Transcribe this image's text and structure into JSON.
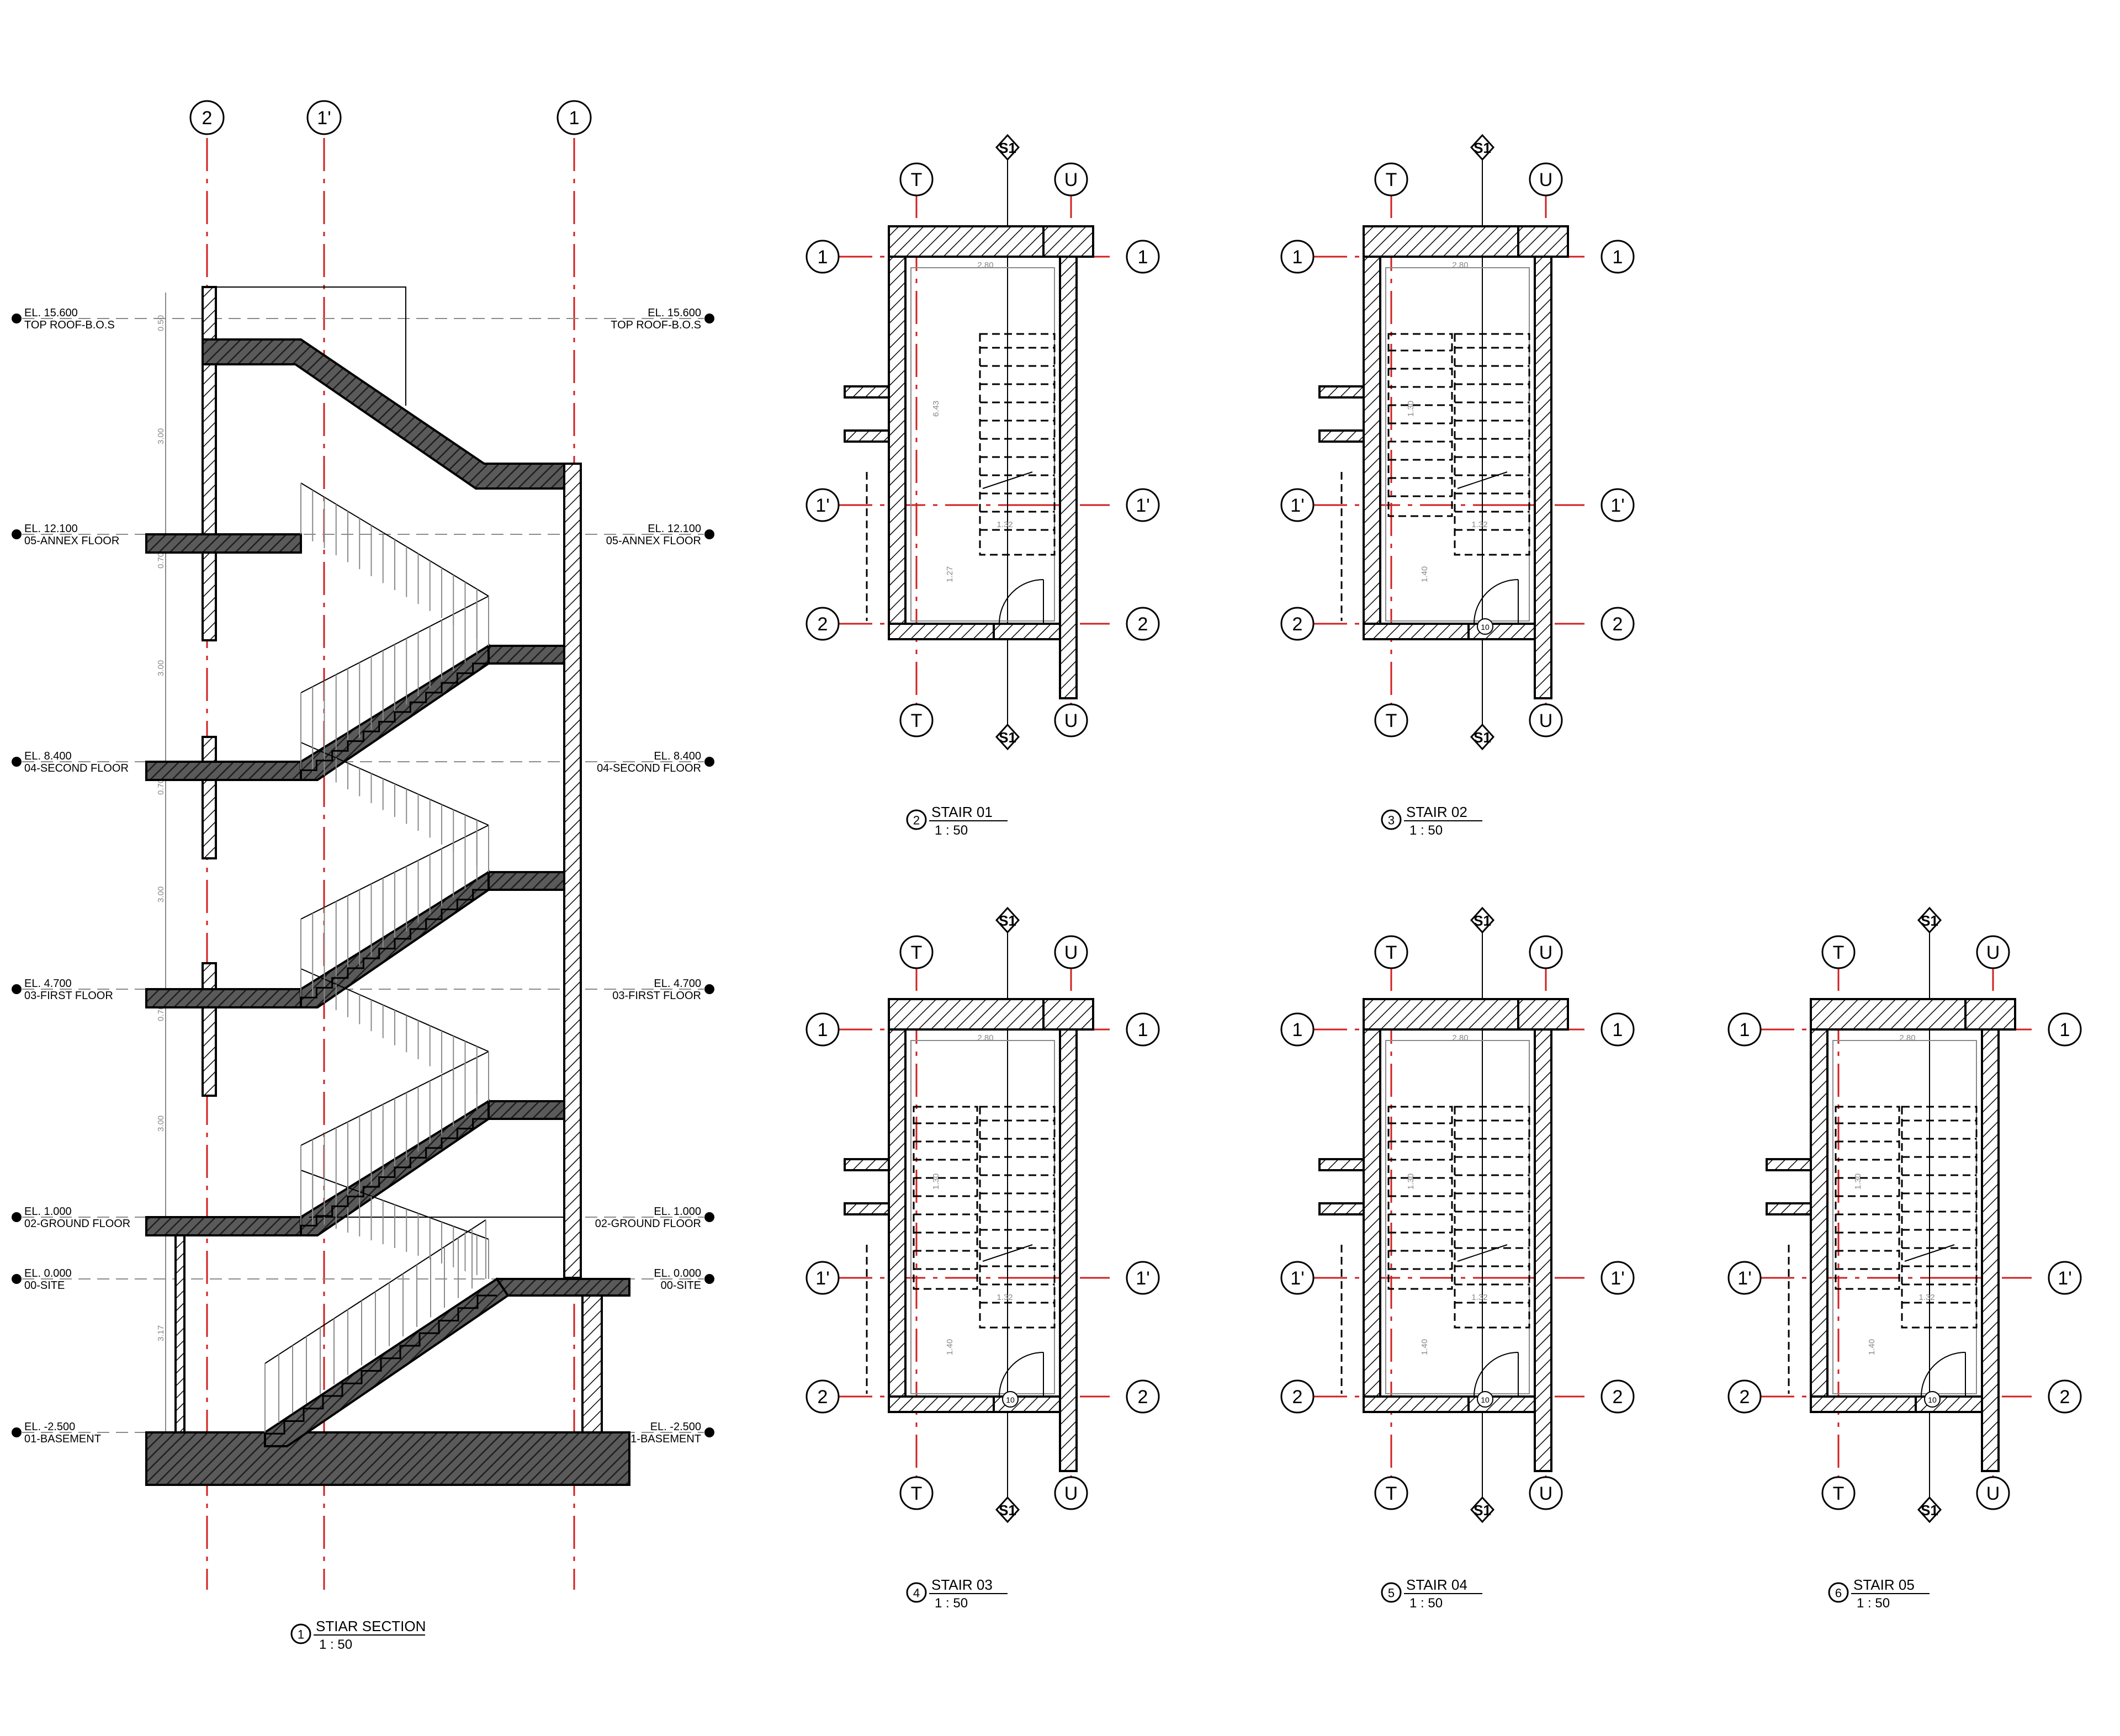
{
  "grid": {
    "section": [
      "2",
      "1'",
      "1"
    ],
    "plan_rows": [
      "1",
      "1'",
      "2"
    ],
    "plan_cols": [
      "T",
      "U"
    ],
    "section_mark": "S1"
  },
  "levels": [
    {
      "el": "EL. 15.600",
      "name": "TOP ROOF-B.O.S"
    },
    {
      "el": "EL. 12.100",
      "name": "05-ANNEX FLOOR"
    },
    {
      "el": "EL. 8.400",
      "name": "04-SECOND FLOOR"
    },
    {
      "el": "EL. 4.700",
      "name": "03-FIRST FLOOR"
    },
    {
      "el": "EL. 1.000",
      "name": "02-GROUND FLOOR"
    },
    {
      "el": "EL. 0.000",
      "name": "00-SITE"
    },
    {
      "el": "EL. -2.500",
      "name": "01-BASEMENT"
    }
  ],
  "section_dims": [
    "0.50",
    "3.00",
    "0.70",
    "3.00",
    "0.70",
    "3.00",
    "0.70",
    "3.00",
    "3.17"
  ],
  "plan_dims": {
    "width": "2.80",
    "depth": "6.43",
    "flight": "1.32",
    "landing": "1.40",
    "short": "1.30",
    "door_gap": "1.27",
    "door_tag": "10"
  },
  "views": [
    {
      "num": "1",
      "title": "STIAR SECTION",
      "scale": "1 : 50"
    },
    {
      "num": "2",
      "title": "STAIR 01",
      "scale": "1 : 50"
    },
    {
      "num": "3",
      "title": "STAIR 02",
      "scale": "1 : 50"
    },
    {
      "num": "4",
      "title": "STAIR 03",
      "scale": "1 : 50"
    },
    {
      "num": "5",
      "title": "STAIR 04",
      "scale": "1 : 50"
    },
    {
      "num": "6",
      "title": "STAIR 05",
      "scale": "1 : 50"
    }
  ]
}
